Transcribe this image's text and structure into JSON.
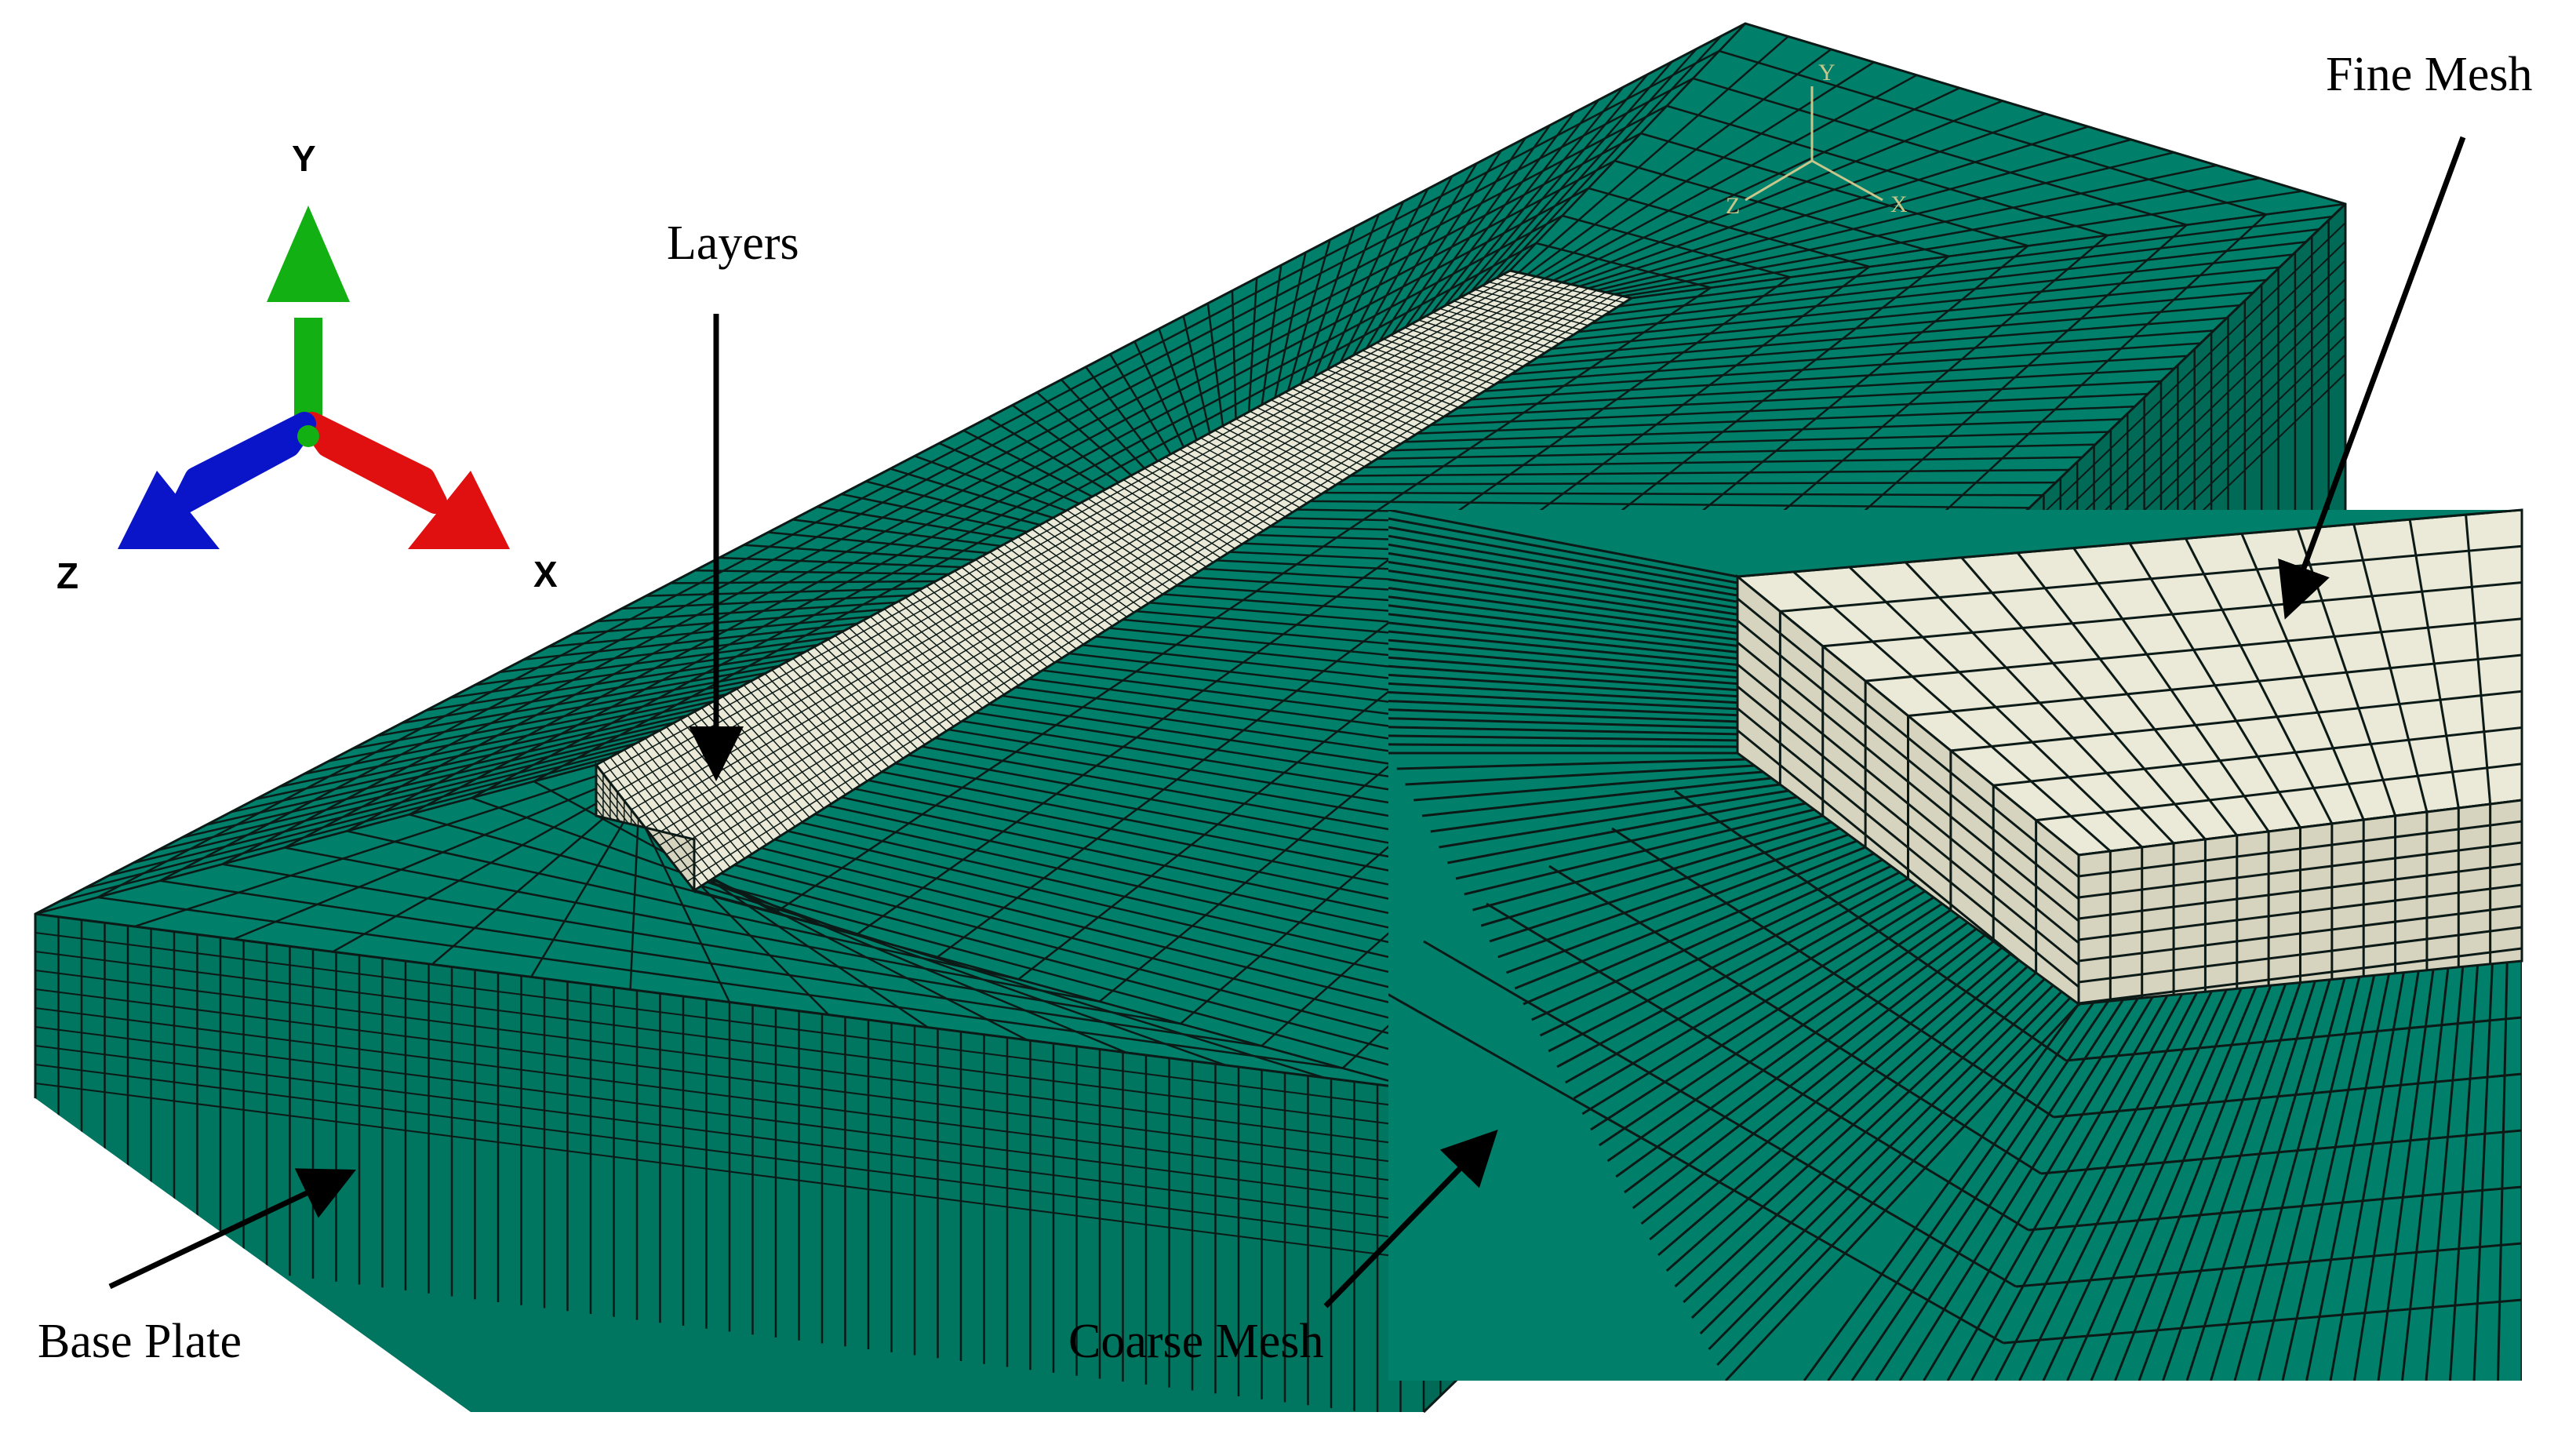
{
  "labels": {
    "layers": "Layers",
    "fine_mesh": "Fine Mesh",
    "coarse_mesh": "Coarse Mesh",
    "base_plate": "Base Plate"
  },
  "triad": {
    "y": "Y",
    "z": "Z",
    "x": "X"
  },
  "small_triad": {
    "y": "Y",
    "z": "Z",
    "x": "X"
  },
  "colors": {
    "plate": "#00806a",
    "plate_side": "#007560",
    "plate_dark": "#006a57",
    "mesh_line": "#0c1a17",
    "layer": "#ebe9d8",
    "layer_side": "#d6d3bf",
    "axis_y": "#12b012",
    "axis_x": "#e01010",
    "axis_z": "#0a14c8",
    "small_triad": "#c8c68c"
  }
}
